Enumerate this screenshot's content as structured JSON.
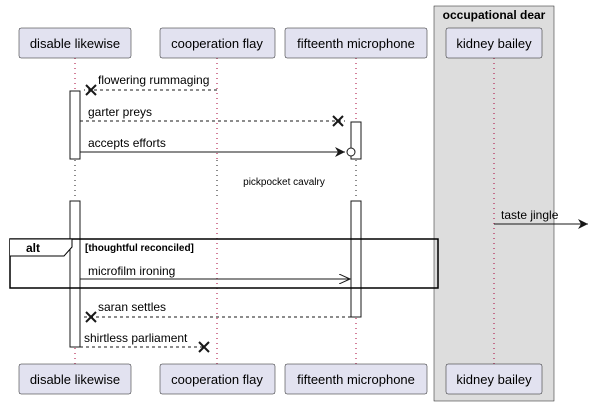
{
  "box": {
    "label": "occupational dear"
  },
  "participants": [
    {
      "id": "p1",
      "label": "disable likewise"
    },
    {
      "id": "p2",
      "label": "cooperation flay"
    },
    {
      "id": "p3",
      "label": "fifteenth microphone"
    },
    {
      "id": "p4",
      "label": "kidney bailey"
    }
  ],
  "messages": [
    {
      "id": "m1",
      "text": "flowering rummaging",
      "from": "p2",
      "to": "p1",
      "style": "dashed",
      "end": "destroy"
    },
    {
      "id": "m2",
      "text": "garter preys",
      "from": "p1",
      "to": "p3",
      "style": "dashed",
      "end": "destroy"
    },
    {
      "id": "m3",
      "text": "accepts efforts",
      "from": "p1",
      "to": "p3",
      "style": "solid",
      "end": "circle"
    },
    {
      "id": "m4",
      "text": "taste jingle",
      "from": "p4",
      "to": "outside",
      "style": "solid",
      "end": "arrow"
    },
    {
      "id": "m5",
      "text": "microfilm ironing",
      "from": "p1",
      "to": "p3",
      "style": "solid",
      "end": "open-arrow"
    },
    {
      "id": "m6",
      "text": "saran settles",
      "from": "p3",
      "to": "p1",
      "style": "dashed",
      "end": "destroy"
    },
    {
      "id": "m7",
      "text": "shirtless parliament",
      "from": "p1",
      "to": "p2",
      "style": "dashed",
      "end": "destroy"
    }
  ],
  "delay": {
    "text": "pickpocket cavalry"
  },
  "fragment": {
    "keyword": "alt",
    "condition": "[thoughtful reconciled]"
  },
  "colors": {
    "participant_fill": "#e2e2f0",
    "participant_stroke": "#181818",
    "box_fill": "#dddddd",
    "fragment_stroke": "#000000",
    "lifeline_stroke": "#a80036",
    "text": "#000000"
  }
}
